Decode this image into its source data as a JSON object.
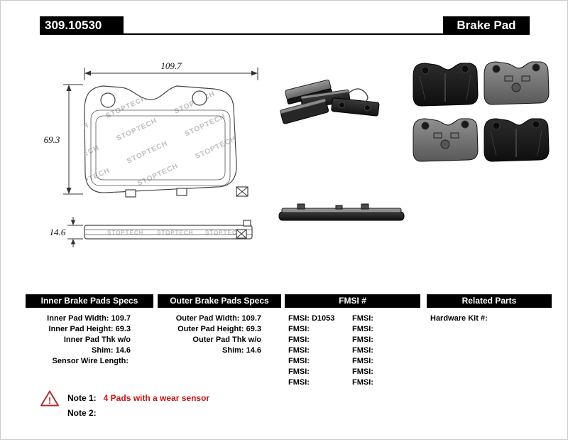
{
  "header": {
    "part_number": "309.10530",
    "product_type": "Brake Pad"
  },
  "drawing": {
    "width_dim": "109.7",
    "height_dim": "69.3",
    "thickness_dim": "14.6",
    "watermark": "STOPTECH",
    "accent_color": "#000000"
  },
  "table": {
    "inner": {
      "header": "Inner Brake Pads Specs",
      "rows": [
        {
          "label": "Inner Pad Width:",
          "value": "109.7"
        },
        {
          "label": "Inner Pad Height:",
          "value": "69.3"
        },
        {
          "label": "Inner Pad Thk w/o Shim:",
          "value": "14.6"
        },
        {
          "label": "Sensor Wire Length:",
          "value": ""
        }
      ]
    },
    "outer": {
      "header": "Outer Brake Pads Specs",
      "rows": [
        {
          "label": "Outer Pad Width:",
          "value": "109.7"
        },
        {
          "label": "Outer Pad Height:",
          "value": "69.3"
        },
        {
          "label": "Outer Pad Thk w/o Shim:",
          "value": "14.6"
        }
      ]
    },
    "fmsi": {
      "header": "FMSI #",
      "rows": [
        {
          "l_label": "FMSI:",
          "l_value": "D1053",
          "r_label": "FMSI:",
          "r_value": ""
        },
        {
          "l_label": "FMSI:",
          "l_value": "",
          "r_label": "FMSI:",
          "r_value": ""
        },
        {
          "l_label": "FMSI:",
          "l_value": "",
          "r_label": "FMSI:",
          "r_value": ""
        },
        {
          "l_label": "FMSI:",
          "l_value": "",
          "r_label": "FMSI:",
          "r_value": ""
        },
        {
          "l_label": "FMSI:",
          "l_value": "",
          "r_label": "FMSI:",
          "r_value": ""
        },
        {
          "l_label": "FMSI:",
          "l_value": "",
          "r_label": "FMSI:",
          "r_value": ""
        },
        {
          "l_label": "FMSI:",
          "l_value": "",
          "r_label": "FMSI:",
          "r_value": ""
        }
      ]
    },
    "related": {
      "header": "Related Parts",
      "rows": [
        {
          "label": "Hardware Kit #:",
          "value": ""
        }
      ]
    }
  },
  "notes": {
    "warning_icon": "!",
    "warning_color": "#b03030",
    "note1_label": "Note 1:",
    "note1_text": "4 Pads with a wear sensor",
    "note1_color": "#cc1111",
    "note2_label": "Note 2:",
    "note2_text": ""
  }
}
